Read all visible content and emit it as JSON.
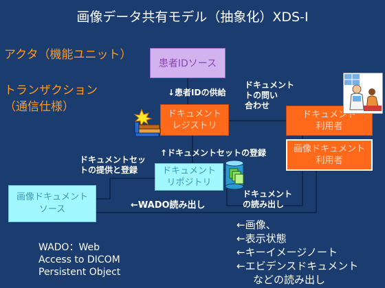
{
  "title": "画像データ共有モデル（抽象化）XDS-I",
  "legend": {
    "actor_label": "アクタ（機能ユニット）",
    "transaction_label": "トランザクション（通信仕様）"
  },
  "actors": {
    "patient_id_source": "患者IDソース",
    "registry": [
      "ドキュメント",
      "レジストリ"
    ],
    "consumer": [
      "ドキュメント",
      "利用者"
    ],
    "imaging_consumer": [
      "画像ドキュメント",
      "利用者"
    ],
    "repository": [
      "ドキュメント",
      "リポジトリ"
    ],
    "imaging_source": [
      "画像ドキュメント",
      "ソース"
    ]
  },
  "transactions": {
    "patient_id_feed": "↓患者IDの供給",
    "query": [
      "ドキュメント",
      "トの問い",
      "合わせ"
    ],
    "register": "↑ドキュメントセットの登録",
    "provide_register": [
      "ドキュメントセッ",
      "トの提供と登録"
    ],
    "wado_retrieve": "←WADO読み出し",
    "doc_retrieve": [
      "ドキュメント",
      "の読み出し"
    ]
  },
  "retrieve_list": [
    "←画像、",
    "←表示状態",
    "←キーイメージノート",
    "←エビデンスドキュメント",
    "などの読み出し"
  ],
  "wado_note": [
    "WADO：Web",
    "Access to DICOM",
    "Persistent Object"
  ],
  "icons": [
    "books-icon",
    "database-icon",
    "doctor-patient-icon"
  ]
}
